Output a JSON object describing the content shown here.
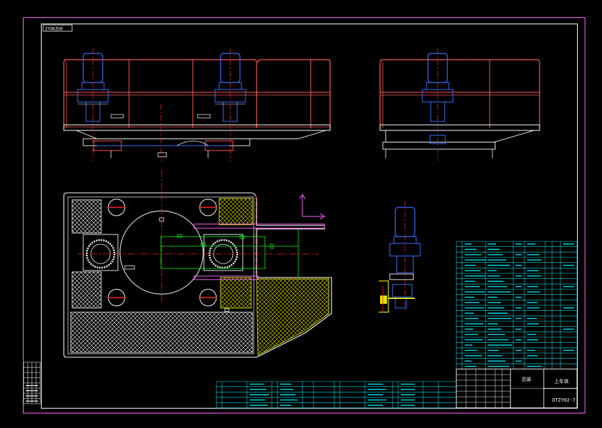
{
  "drawing": {
    "corner_code": "ZTOKZU0",
    "title_block": {
      "part_name": "上车体",
      "drawing_no": "OTZY02-7",
      "sheet_label": "总装"
    }
  },
  "colors": {
    "background": "#000000",
    "border": "#ff66ff",
    "frame": "#ffffff",
    "railing": "#ff5a5a",
    "motor": "#3a6fff",
    "centerline": "#ff2020",
    "table": "#00e5ee",
    "hatch": "#e0e000",
    "dimension": "#00ff00"
  }
}
